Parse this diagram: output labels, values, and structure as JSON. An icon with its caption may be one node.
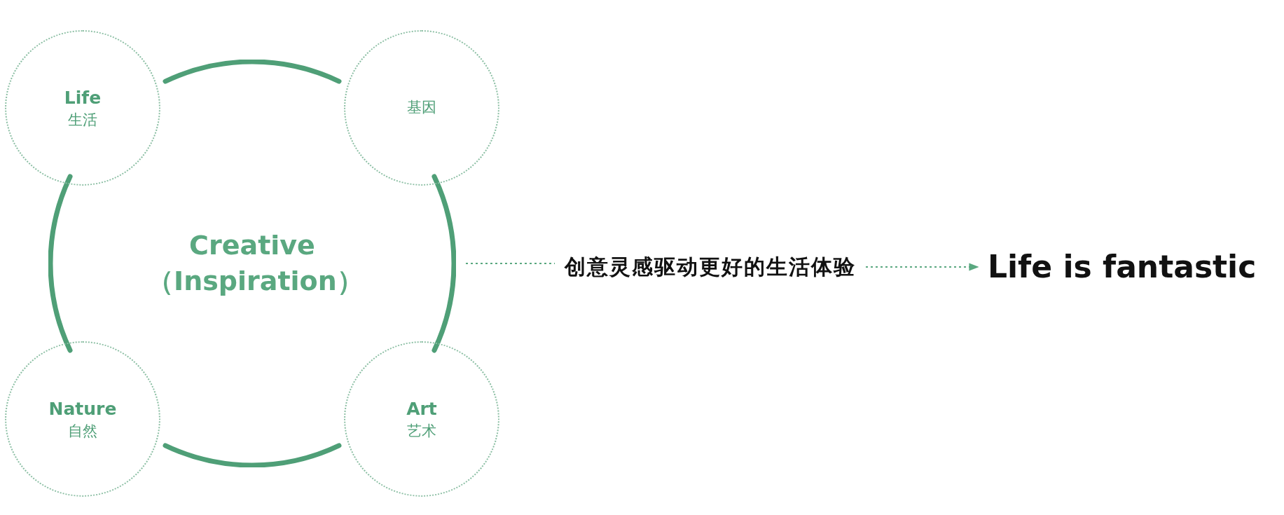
{
  "diagram": {
    "nodes": [
      {
        "text": [
          "Creative （Inspiration）"
        ]
      },
      {
        "text": [
          "Life",
          "生活"
        ]
      },
      {
        "text": [
          "基因"
        ]
      },
      {
        "text": [
          "Nature",
          "自然"
        ]
      },
      {
        "text": [
          "Art",
          "艺术"
        ]
      },
      {
        "text": [
          "创意灵感驱动更好的生活体验"
        ]
      },
      {
        "text": [
          "Life is fantastic"
        ]
      }
    ],
    "edges": [
      {
        "from": 0,
        "to": 5,
        "arrow": "none",
        "style": "dashed"
      },
      {
        "from": 5,
        "to": 6,
        "arrow": "to",
        "style": "dashed"
      }
    ]
  }
}
